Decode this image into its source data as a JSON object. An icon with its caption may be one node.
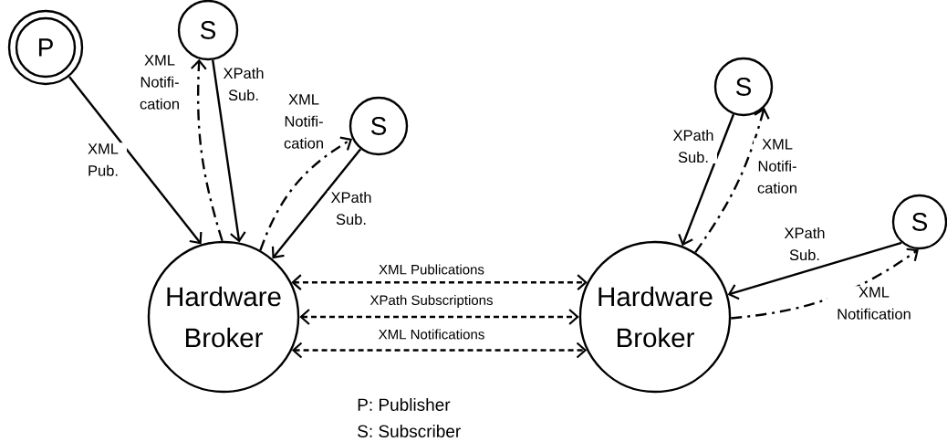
{
  "diagram": {
    "nodes": [
      {
        "text": [
          "P"
        ]
      },
      {
        "text": [
          "S"
        ]
      },
      {
        "text": [
          "S"
        ]
      },
      {
        "text": [
          "Hardware Broker"
        ]
      },
      {
        "text": [
          "S"
        ]
      },
      {
        "text": [
          "S"
        ]
      },
      {
        "text": [
          "Hardware Broker"
        ]
      }
    ],
    "edges": [
      {
        "from": 0,
        "to": 3,
        "arrow": "to",
        "label": "XML Pub."
      },
      {
        "from": 3,
        "to": 1,
        "arrow": "to",
        "label": "XML Notifi- cation",
        "style": "dashed"
      },
      {
        "from": 1,
        "to": 3,
        "arrow": "to",
        "label": "XPath Sub."
      },
      {
        "from": 3,
        "to": 2,
        "arrow": "to",
        "label": "XML Notifi- cation",
        "style": "dashed"
      },
      {
        "from": 2,
        "to": 3,
        "arrow": "to",
        "label": "XPath Sub."
      },
      {
        "from": 3,
        "to": 6,
        "arrow": "both",
        "label": "XML Publications",
        "style": "dashed"
      },
      {
        "from": 3,
        "to": 6,
        "arrow": "both",
        "label": "XPath Subscriptions",
        "style": "dashed"
      },
      {
        "from": 3,
        "to": 6,
        "arrow": "both",
        "label": "XML Notifications",
        "style": "dashed"
      },
      {
        "from": 4,
        "to": 6,
        "arrow": "to",
        "label": "XPath Sub."
      },
      {
        "from": 6,
        "to": 4,
        "arrow": "to",
        "label": "XML Notifi- cation",
        "style": "dashed"
      },
      {
        "from": 5,
        "to": 6,
        "arrow": "to",
        "label": "XPath Sub."
      },
      {
        "from": 6,
        "to": 5,
        "arrow": "to",
        "label": "XML Notification",
        "style": "dashed"
      }
    ],
    "labels": [
      "P: Publisher",
      "S: Subscriber"
    ]
  }
}
